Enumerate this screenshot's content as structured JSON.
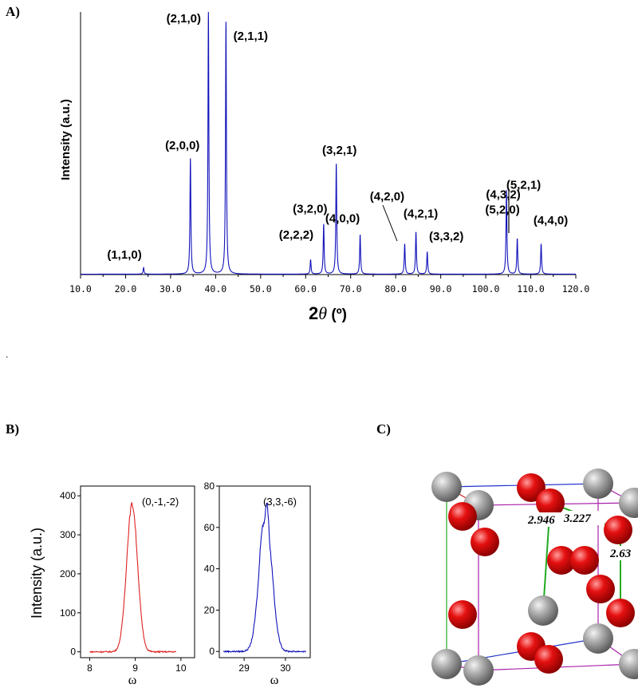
{
  "labels": {
    "panel_a": "A)",
    "panel_b": "B)",
    "panel_c": "C)",
    "dot": "."
  },
  "chart_data": [
    {
      "type": "line",
      "panel": "A",
      "xlabel_prefix": "2",
      "xlabel_symbol": "θ",
      "xlabel_unit": " (º)",
      "ylabel": "Intensity (a.u.)",
      "xlim": [
        10,
        120
      ],
      "ylim": [
        0,
        100
      ],
      "x_ticks": [
        "10.0",
        "20.0",
        "30.0",
        "40.0",
        "50.0",
        "60.0",
        "70.0",
        "80.0",
        "90.0",
        "100.0",
        "110.0",
        "120.0"
      ],
      "color": "#1111bb",
      "peaks": [
        {
          "x": 24.0,
          "y": 2.5,
          "label": "(1,1,0)"
        },
        {
          "x": 34.4,
          "y": 44,
          "label": "(2,0,0)"
        },
        {
          "x": 38.4,
          "y": 100,
          "label": "(2,1,0)"
        },
        {
          "x": 42.3,
          "y": 96,
          "label": "(2,1,1)"
        },
        {
          "x": 61.1,
          "y": 5.5,
          "label": "(2,2,2)"
        },
        {
          "x": 64.0,
          "y": 19,
          "label": "(3,2,0)"
        },
        {
          "x": 66.8,
          "y": 42,
          "label": "(3,2,1)"
        },
        {
          "x": 72.1,
          "y": 15,
          "label": "(4,0,0)"
        },
        {
          "x": 82.0,
          "y": 11.5,
          "label": "(4,2,0)"
        },
        {
          "x": 84.5,
          "y": 16,
          "label": "(4,2,1)"
        },
        {
          "x": 87.0,
          "y": 8.5,
          "label": "(3,3,2)"
        },
        {
          "x": 104.6,
          "y": 16,
          "label": "(4,3,2)"
        },
        {
          "x": 104.6,
          "y": 16,
          "label": "(5,2,0)"
        },
        {
          "x": 107.0,
          "y": 13.5,
          "label": "(5,2,1)"
        },
        {
          "x": 112.3,
          "y": 11.5,
          "label": "(4,4,0)"
        }
      ]
    },
    {
      "type": "line",
      "panel": "B-left",
      "annotation": "(0,-1,-2)",
      "ylabel": "Intensity (a.u.)",
      "xlabel": "ω",
      "xlim": [
        7.8,
        10.3
      ],
      "ylim": [
        -15,
        425
      ],
      "x_ticks": [
        "8",
        "9",
        "10"
      ],
      "y_ticks": [
        "0",
        "100",
        "200",
        "300",
        "400"
      ],
      "color": "#dd2222",
      "peak": {
        "center": 8.93,
        "height": 378,
        "sigma": 0.12,
        "x_start": 8.0,
        "x_end": 9.9
      }
    },
    {
      "type": "line",
      "panel": "B-right",
      "annotation": "(3,3,-6)",
      "xlabel": "ω",
      "xlim": [
        28.4,
        30.6
      ],
      "ylim": [
        -3,
        80
      ],
      "x_ticks": [
        "29",
        "30"
      ],
      "y_ticks": [
        "0",
        "20",
        "40",
        "60",
        "80"
      ],
      "color": "#1111bb",
      "peak": {
        "center": 29.52,
        "height": 69,
        "sigma": 0.15,
        "x_start": 28.5,
        "x_end": 30.5
      }
    }
  ],
  "structure": {
    "distances": [
      "2.946",
      "3.227",
      "2.63"
    ],
    "atom_colors": {
      "gray": "#a0a0a0",
      "red": "#dd1111"
    },
    "bond_color": "#22aa22"
  }
}
